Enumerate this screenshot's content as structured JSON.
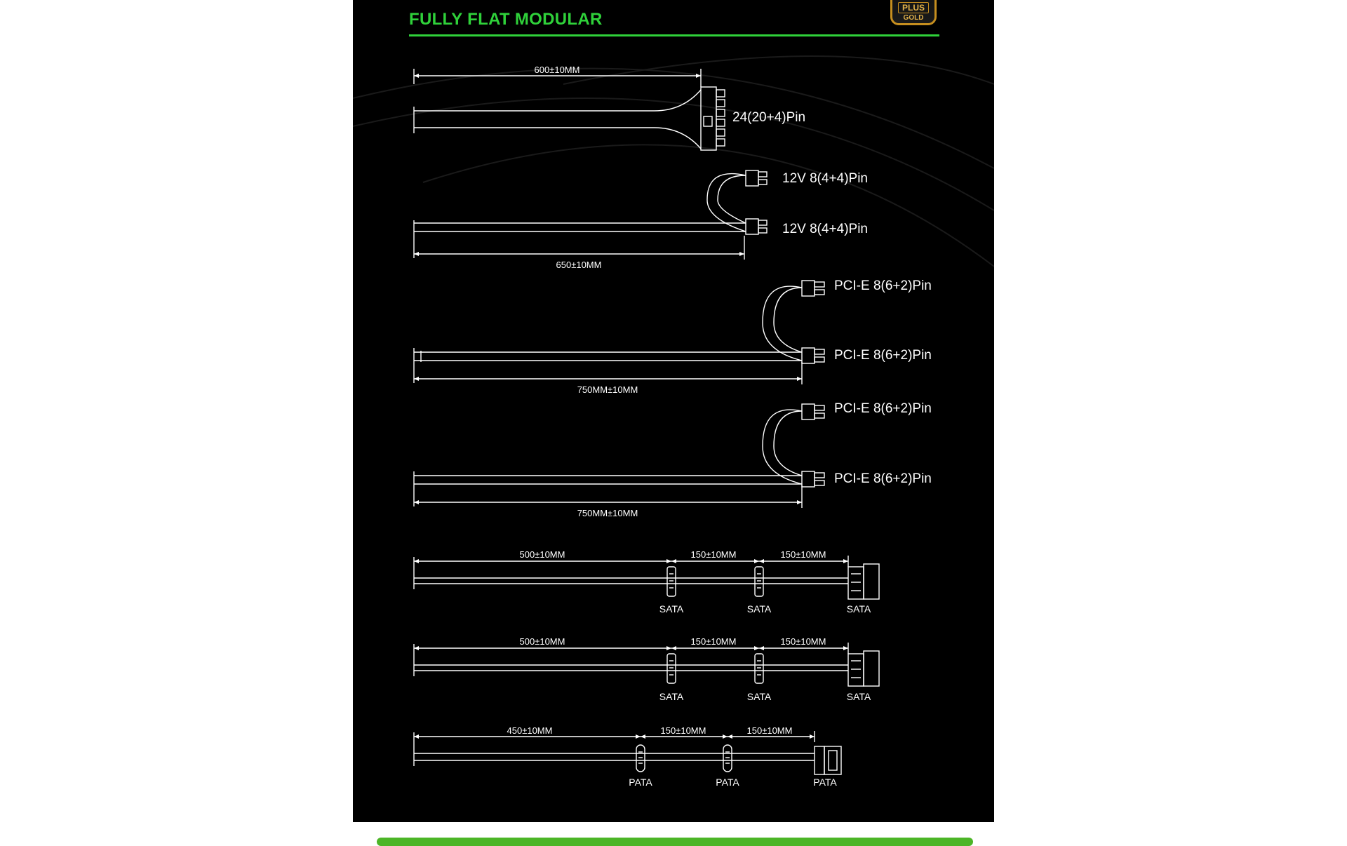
{
  "colors": {
    "panel_background": "#000000",
    "accent_green": "#2fd13a",
    "badge_gold": "#c58e1f",
    "line_white": "#ffffff",
    "bottom_bar_green": "#4cb527"
  },
  "header": {
    "title": "FULLY FLAT MODULAR",
    "badge": {
      "icon": "80-plus-gold-badge-icon",
      "plus_text": "PLUS",
      "tier_text": "GOLD"
    }
  },
  "cables": {
    "atx": {
      "length_label": "600±10MM",
      "connector_label": "24(20+4)Pin"
    },
    "cpu": {
      "length_label": "650±10MM",
      "connector_labels": [
        "12V 8(4+4)Pin",
        "12V 8(4+4)Pin"
      ]
    },
    "pcie_1": {
      "length_label": "750MM±10MM",
      "connector_labels": [
        "PCI-E 8(6+2)Pin",
        "PCI-E 8(6+2)Pin"
      ]
    },
    "pcie_2": {
      "length_label": "750MM±10MM",
      "connector_labels": [
        "PCI-E 8(6+2)Pin",
        "PCI-E 8(6+2)Pin"
      ]
    },
    "sata_1": {
      "segment_labels": [
        "500±10MM",
        "150±10MM",
        "150±10MM"
      ],
      "connector_labels": [
        "SATA",
        "SATA",
        "SATA"
      ]
    },
    "sata_2": {
      "segment_labels": [
        "500±10MM",
        "150±10MM",
        "150±10MM"
      ],
      "connector_labels": [
        "SATA",
        "SATA",
        "SATA"
      ]
    },
    "pata": {
      "segment_labels": [
        "450±10MM",
        "150±10MM",
        "150±10MM"
      ],
      "connector_labels": [
        "PATA",
        "PATA",
        "PATA"
      ]
    }
  }
}
